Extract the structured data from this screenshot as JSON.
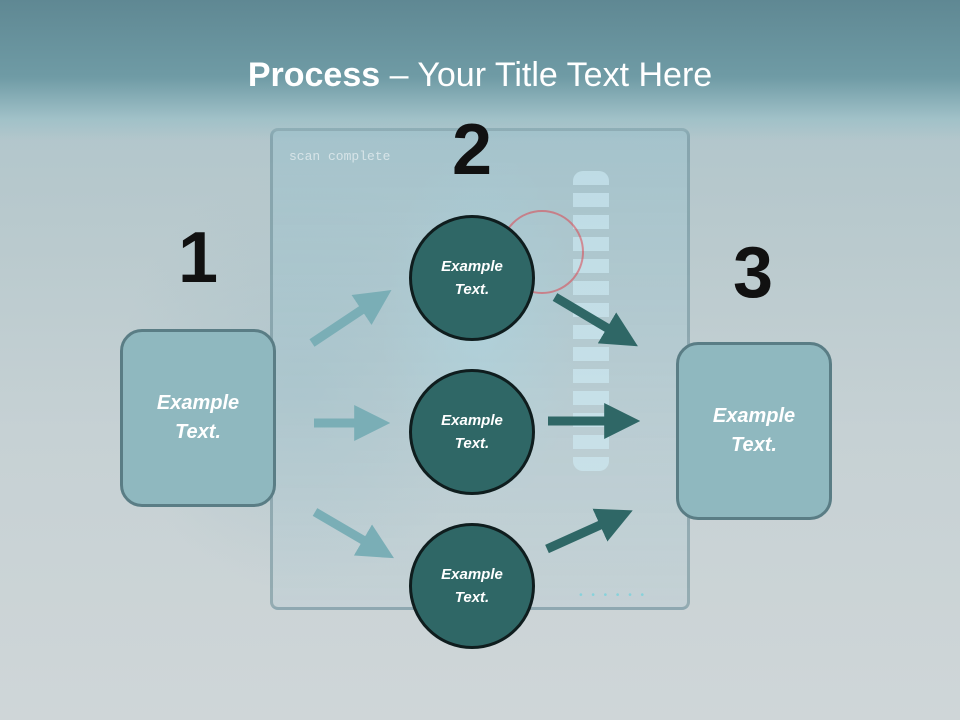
{
  "slide": {
    "title_bold": "Process",
    "title_rest": " – Your Title Text Here",
    "background_caption": "scan complete"
  },
  "steps": {
    "one": {
      "number": "1",
      "label": "Example\nText."
    },
    "two": {
      "number": "2"
    },
    "three": {
      "number": "3",
      "label": "Example\nText."
    }
  },
  "middle_nodes": [
    {
      "label": "Example\nText."
    },
    {
      "label": "Example\nText."
    },
    {
      "label": "Example\nText."
    }
  ],
  "colors": {
    "header": "#5f8893",
    "box_fill": "#8fb8bf",
    "circle_fill": "#2f6766",
    "arrow_light": "#7aaeb6",
    "arrow_dark": "#2f6766"
  }
}
